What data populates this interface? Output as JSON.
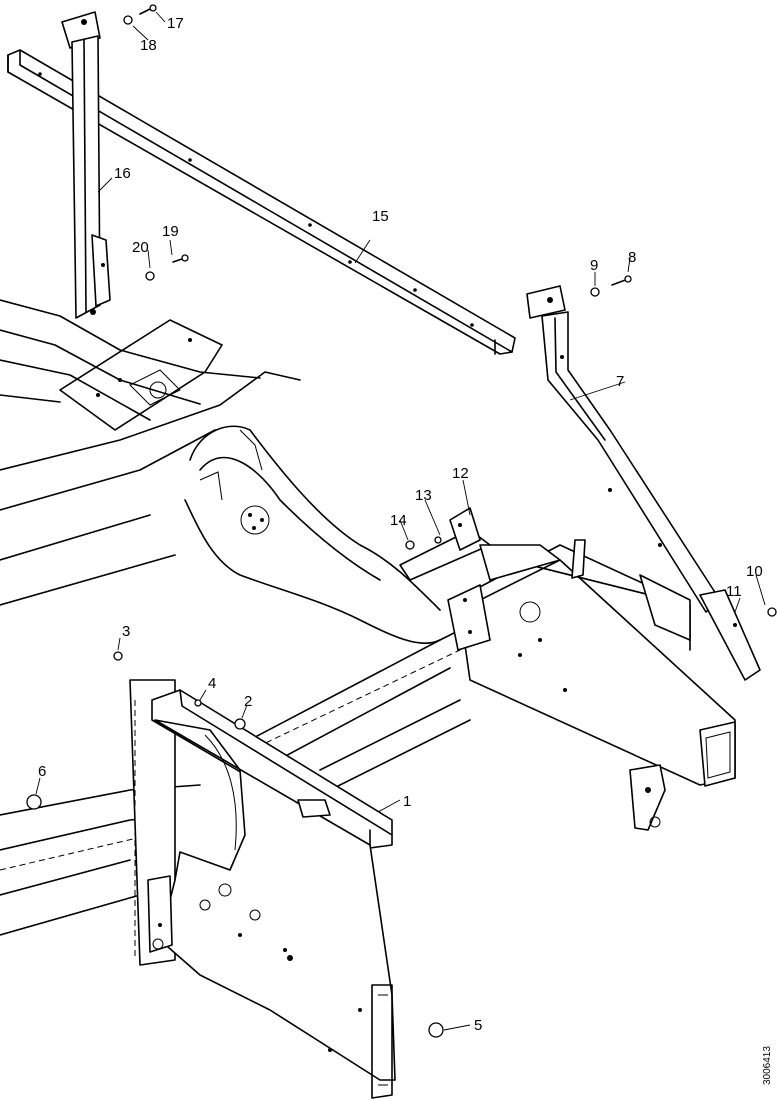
{
  "diagram": {
    "callouts": [
      {
        "label": "1",
        "ref": "front-frame-crossmember"
      },
      {
        "label": "2",
        "ref": "bolt"
      },
      {
        "label": "3",
        "ref": "bolt"
      },
      {
        "label": "4",
        "ref": "washer"
      },
      {
        "label": "5",
        "ref": "nut"
      },
      {
        "label": "6",
        "ref": "nut"
      },
      {
        "label": "7",
        "ref": "rear-support-arm"
      },
      {
        "label": "8",
        "ref": "bolt"
      },
      {
        "label": "9",
        "ref": "washer"
      },
      {
        "label": "10",
        "ref": "bolt"
      },
      {
        "label": "11",
        "ref": "washer"
      },
      {
        "label": "12",
        "ref": "bracket"
      },
      {
        "label": "13",
        "ref": "washer"
      },
      {
        "label": "14",
        "ref": "bolt"
      },
      {
        "label": "15",
        "ref": "upper-crossbar"
      },
      {
        "label": "16",
        "ref": "vertical-post"
      },
      {
        "label": "17",
        "ref": "bolt"
      },
      {
        "label": "18",
        "ref": "washer"
      },
      {
        "label": "19",
        "ref": "bolt"
      },
      {
        "label": "20",
        "ref": "nut"
      }
    ],
    "doc_id": "3006413"
  }
}
